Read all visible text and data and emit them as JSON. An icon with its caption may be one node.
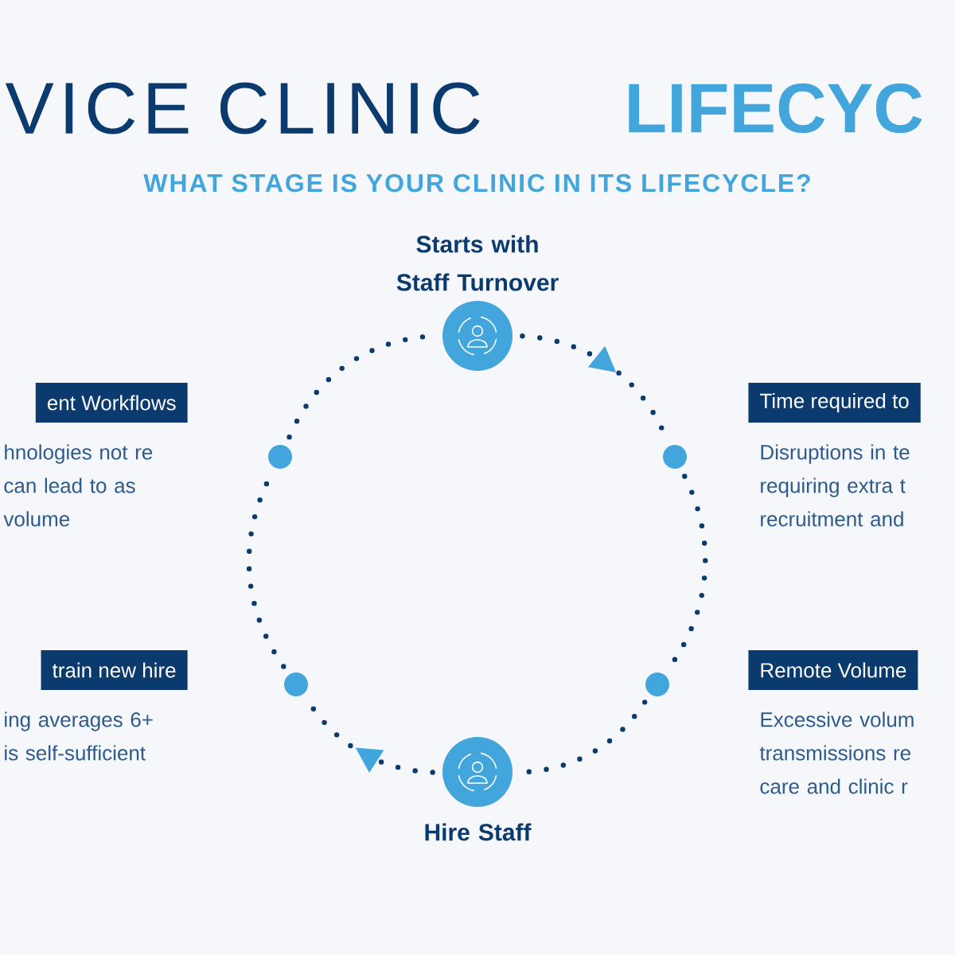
{
  "diagram": {
    "title": "VICE CLINIC",
    "nodes": [
      {
        "text": [],
        "shape": "circle",
        "beside": [
          "Starts with Staff Turnover"
        ]
      },
      {
        "text": [
          "ent Workflows",
          "hnologies not re can lead to as volume"
        ]
      },
      {
        "text": [
          "Time required to",
          "Disruptions in te requiring extra t recruitment and"
        ]
      },
      {
        "text": [],
        "shape": "circle"
      },
      {
        "text": [],
        "shape": "circle"
      },
      {
        "text": [],
        "shape": "circle"
      },
      {
        "text": [],
        "shape": "circle"
      },
      {
        "text": [
          "train new hire",
          "ing averages 6+ is self-sufficient"
        ]
      },
      {
        "text": [
          "Remote Volume",
          "Excessive volum transmissions re care and clinic r"
        ]
      },
      {
        "text": [],
        "shape": "circle",
        "beside": [
          "Hire Staff"
        ]
      }
    ],
    "edges": [
      {
        "from": 0,
        "to": 4,
        "arrow": "to"
      },
      {
        "from": 4,
        "to": 6,
        "arrow": "none"
      },
      {
        "from": 6,
        "to": 9,
        "arrow": "none"
      },
      {
        "from": 9,
        "to": 5,
        "arrow": "to"
      },
      {
        "from": 5,
        "to": 3,
        "arrow": "none"
      },
      {
        "from": 3,
        "to": 0,
        "arrow": "none"
      }
    ],
    "labels": [
      "LIFECYC",
      "WHAT STAGE IS YOUR CLINIC IN ITS LIFECYCLE?"
    ]
  }
}
